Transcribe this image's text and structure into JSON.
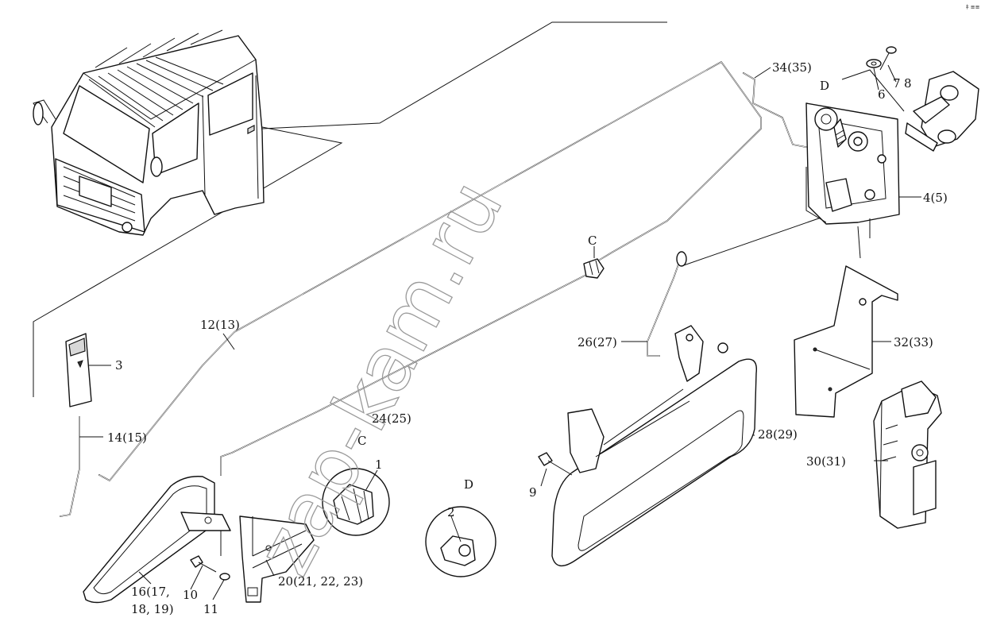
{
  "corner_mark": "‡ ≡≡",
  "watermark": "zap-kam.ru",
  "callouts": {
    "p34": "34(35)",
    "p8": "8",
    "p7": "7",
    "p6": "6",
    "pD_top": "D",
    "p4": "4(5)",
    "pC_top": "C",
    "p12": "12(13)",
    "p3": "3",
    "p14": "14(15)",
    "p26": "26(27)",
    "p32": "32(33)",
    "p24": "24(25)",
    "pC_circle": "C",
    "p1": "1",
    "pD_circle": "D",
    "p2": "2",
    "p28": "28(29)",
    "p30": "30(31)",
    "p9": "9",
    "p20": "20(21, 22, 23)",
    "p16a": "16(17,",
    "p16b": "18, 19)",
    "p10": "10",
    "p11": "11"
  }
}
